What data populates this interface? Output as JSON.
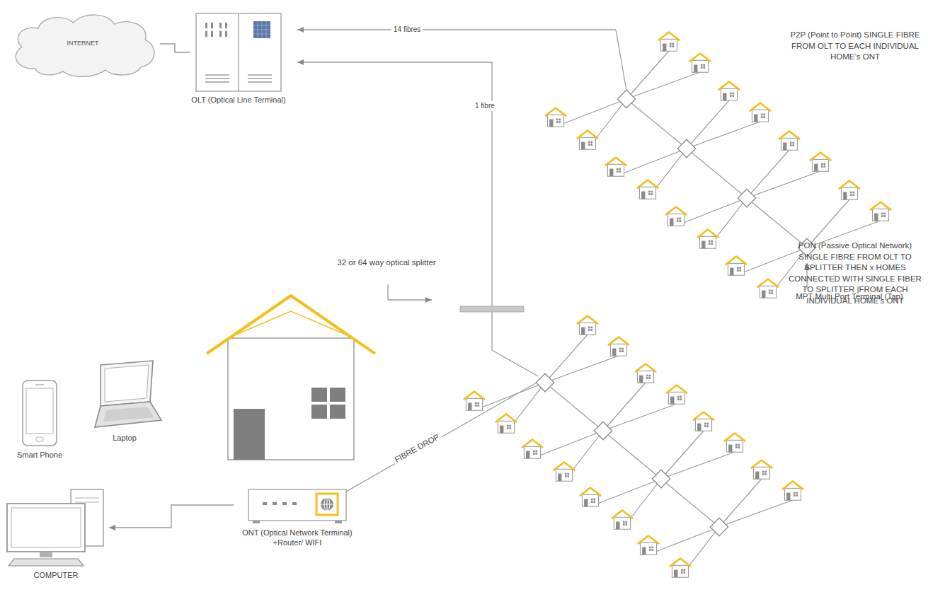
{
  "diagram": {
    "nodes": [
      {
        "text": [
          "INTERNET"
        ]
      },
      {
        "text": [
          "OLT (Optical Line Terminal)"
        ]
      },
      {
        "text": [
          "Smart Phone"
        ]
      },
      {
        "text": [
          "Laptop"
        ]
      },
      {
        "text": [
          "ONT (Optical Network Terminal) +Router/ WIFI"
        ]
      },
      {
        "text": [
          "COMPUTER"
        ]
      }
    ],
    "edges": [
      {
        "from": 0,
        "to": 1,
        "arrow": "none"
      },
      {
        "from": 4,
        "to": 5,
        "arrow": "to"
      }
    ],
    "labels": [
      "14 fibres",
      "1 fibre",
      "P2P (Point to Point) SINGLE FIBRE FROM OLT TO EACH INDIVIDUAL HOME’s ONT",
      "MPT Multi Port Terminal (Tap)",
      "32 or 64 way optical splitter",
      "PON (Passive Optical Network) SINGLE FIBRE FROM OLT TO SPLITTER THEN x HOMES CONNECTED WITH SINGLE FIBER TO SPLITTER |FROM EACH INDIVIDUAL HOME’s ONT",
      "FIBRE DROP"
    ]
  }
}
